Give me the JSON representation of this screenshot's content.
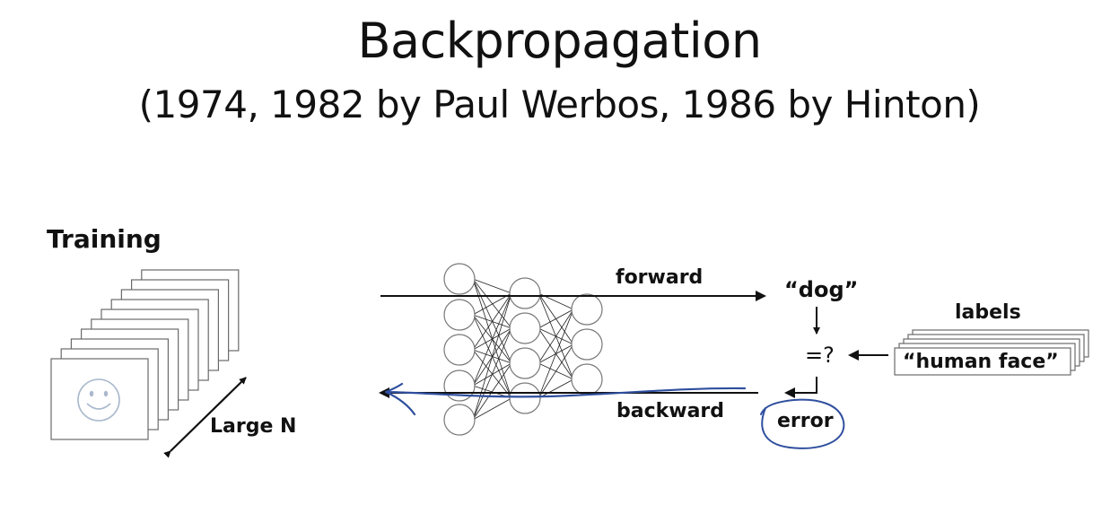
{
  "slide": {
    "title": "Backpropagation",
    "subtitle": "(1974, 1982 by Paul Werbos, 1986 by Hinton)"
  },
  "diagram": {
    "training_label": "Training",
    "large_n_label": "Large N",
    "forward_label": "forward",
    "backward_label": "backward",
    "output_label": "“dog”",
    "compare_label": "=?",
    "labels_title": "labels",
    "label_value": "“human face”",
    "error_label": "error",
    "smiley_icon": "smiley-face-icon",
    "annotation_color": "#2f4f9e"
  }
}
